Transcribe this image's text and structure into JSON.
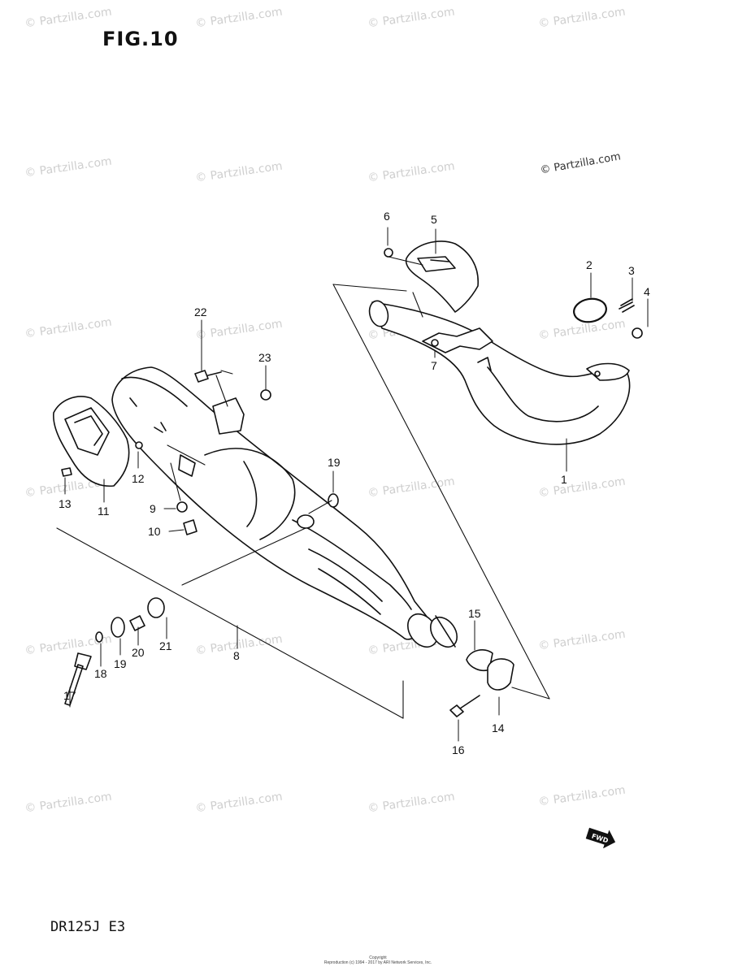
{
  "title": "FIG.10",
  "model": "DR125J E3",
  "watermark": "© Partzilla.com",
  "footer": [
    "Copyright",
    "Reproduction (c) 1994 - 2017 by ARI Network Services, Inc."
  ],
  "fwd_label": "FWD",
  "callouts": [
    {
      "id": "1",
      "text": "1"
    },
    {
      "id": "2",
      "text": "2"
    },
    {
      "id": "3",
      "text": "3"
    },
    {
      "id": "4",
      "text": "4"
    },
    {
      "id": "5",
      "text": "5"
    },
    {
      "id": "6",
      "text": "6"
    },
    {
      "id": "7",
      "text": "7"
    },
    {
      "id": "8",
      "text": "8"
    },
    {
      "id": "9",
      "text": "9"
    },
    {
      "id": "10",
      "text": "10"
    },
    {
      "id": "11",
      "text": "11"
    },
    {
      "id": "12",
      "text": "12"
    },
    {
      "id": "13",
      "text": "13"
    },
    {
      "id": "14",
      "text": "14"
    },
    {
      "id": "15",
      "text": "15"
    },
    {
      "id": "16",
      "text": "16"
    },
    {
      "id": "17",
      "text": "17"
    },
    {
      "id": "18",
      "text": "18"
    },
    {
      "id": "19a",
      "text": "19"
    },
    {
      "id": "19b",
      "text": "19"
    },
    {
      "id": "20",
      "text": "20"
    },
    {
      "id": "21",
      "text": "21"
    },
    {
      "id": "22",
      "text": "22"
    },
    {
      "id": "23",
      "text": "23"
    }
  ]
}
